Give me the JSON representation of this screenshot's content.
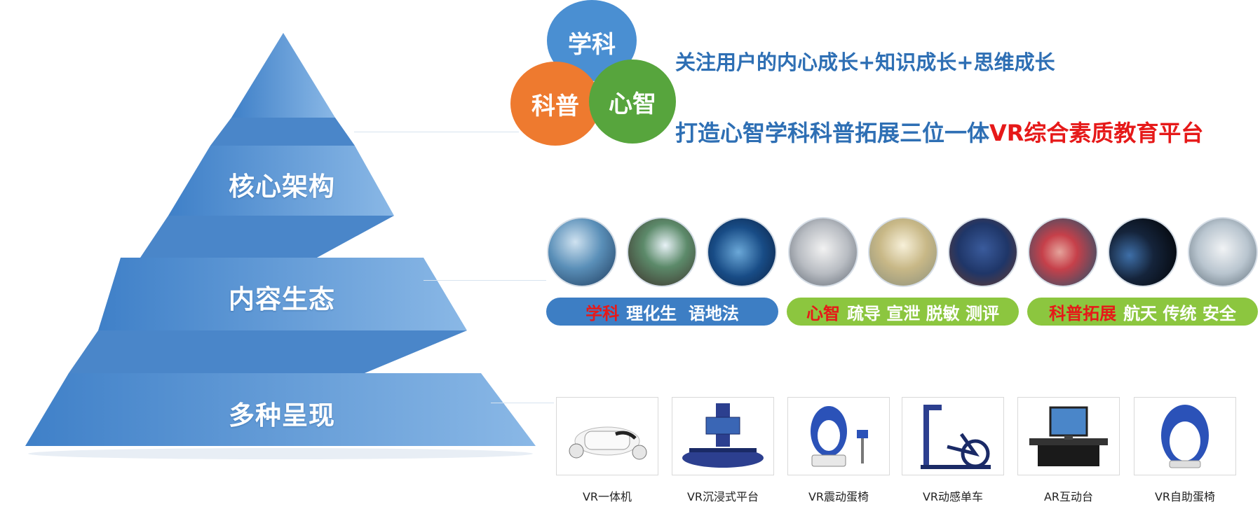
{
  "pyramid": {
    "tiers": [
      {
        "label": "核心架构"
      },
      {
        "label": "内容生态"
      },
      {
        "label": "多种呈现"
      }
    ]
  },
  "venn": {
    "top": "学科",
    "left": "科普",
    "right": "心智"
  },
  "taglines": {
    "line1": "关注用户的内心成长+知识成长+思维成长",
    "line2_prefix": "打造心智学科科普拓展三位一体",
    "line2_highlight": "VR综合素质教育平台"
  },
  "categories": [
    {
      "key": "学科",
      "items": "理化生  语地法",
      "color": "#3d7ec4"
    },
    {
      "key": "心智",
      "items": "疏导 宣泄 脱敏 测评",
      "color": "#8cc63f"
    },
    {
      "key": "科普拓展",
      "items": "航天 传统 安全",
      "color": "#8cc63f"
    }
  ],
  "devices": [
    {
      "label": "VR一体机"
    },
    {
      "label": "VR沉浸式平台"
    },
    {
      "label": "VR震动蛋椅"
    },
    {
      "label": "VR动感单车"
    },
    {
      "label": "AR互动台"
    },
    {
      "label": "VR自助蛋椅"
    }
  ],
  "colors": {
    "pyramid_light": "#8ab8e6",
    "pyramid_dark": "#3f80c8",
    "venn_blue": "#4a8fd2",
    "venn_orange": "#ee7a2f",
    "venn_green": "#57a53d",
    "highlight_red": "#e61919"
  }
}
